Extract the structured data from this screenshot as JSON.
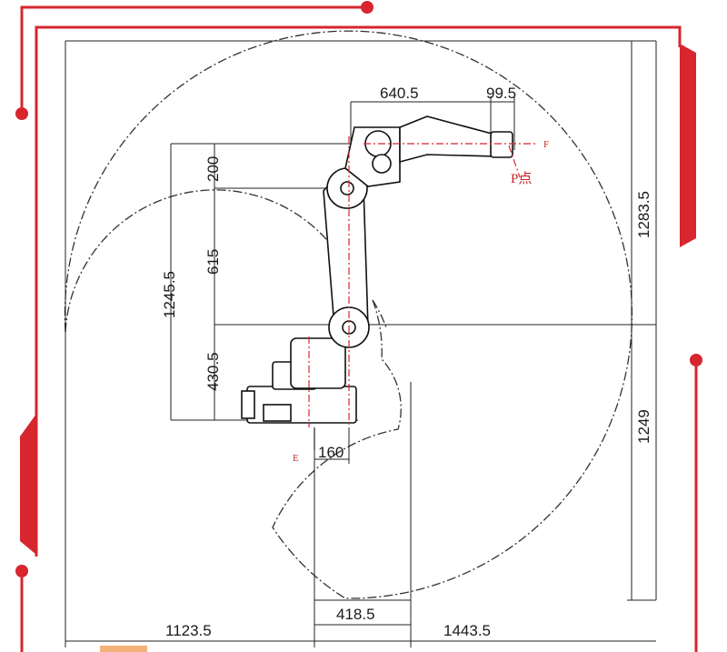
{
  "colors": {
    "accent": "#d7262e",
    "line": "#222222",
    "background": "#ffffff"
  },
  "dimensions": {
    "top_reach": "640.5",
    "flange": "99.5",
    "upper_link": "200",
    "arm_length": "615",
    "base_height": "430.5",
    "vertical_reach_total": "1245.5",
    "right_upper_height": "1283.5",
    "right_lower_height": "1249",
    "offset_160": "160",
    "inner_radius": "418.5",
    "left_reach": "1123.5",
    "right_reach": "1443.5"
  },
  "markers": {
    "tool_point": "P点",
    "axis_f": "F",
    "axis_e": "E"
  }
}
